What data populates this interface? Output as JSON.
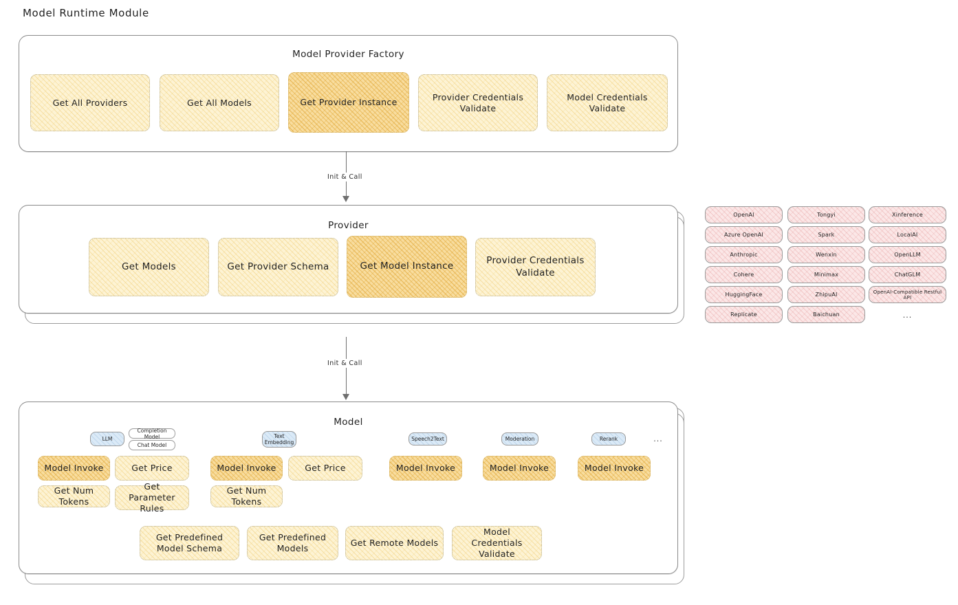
{
  "page": {
    "title": "Model Runtime Module"
  },
  "factory": {
    "title": "Model Provider Factory",
    "nodes": [
      {
        "label": "Get All Providers",
        "highlight": false
      },
      {
        "label": "Get All Models",
        "highlight": false
      },
      {
        "label": "Get Provider Instance",
        "highlight": true
      },
      {
        "label": "Provider Credentials Validate",
        "highlight": false
      },
      {
        "label": "Model Credentials Validate",
        "highlight": false
      }
    ]
  },
  "arrows": [
    {
      "label": "Init & Call"
    },
    {
      "label": "Init & Call"
    }
  ],
  "provider": {
    "title": "Provider",
    "nodes": [
      {
        "label": "Get Models",
        "highlight": false
      },
      {
        "label": "Get Provider Schema",
        "highlight": false
      },
      {
        "label": "Get Model Instance",
        "highlight": true
      },
      {
        "label": "Provider Credentials Validate",
        "highlight": false
      }
    ]
  },
  "provider_list": {
    "columns": [
      [
        "OpenAI",
        "Azure OpenAI",
        "Anthropic",
        "Cohere",
        "HuggingFace",
        "Replicate"
      ],
      [
        "Tongyi",
        "Spark",
        "Wenxin",
        "Minimax",
        "ZhipuAI",
        "Baichuan"
      ],
      [
        "Xinference",
        "LocalAI",
        "OpenLLM",
        "ChatGLM",
        "OpenAI-Compatible Restful API"
      ]
    ],
    "more": "..."
  },
  "model": {
    "title": "Model",
    "more": "...",
    "types": [
      {
        "label": "LLM",
        "sub": [
          "Completion Model",
          "Chat Model"
        ]
      },
      {
        "label": "Text Embedding",
        "sub": []
      },
      {
        "label": "Speech2Text",
        "sub": []
      },
      {
        "label": "Moderation",
        "sub": []
      },
      {
        "label": "Rerank",
        "sub": []
      }
    ],
    "methods": [
      {
        "label": "Model Invoke",
        "highlight": true
      },
      {
        "label": "Get Price",
        "highlight": false
      },
      {
        "label": "Get Num Tokens",
        "highlight": false
      },
      {
        "label": "Get Parameter Rules",
        "highlight": false
      },
      {
        "label": "Model Invoke",
        "highlight": true
      },
      {
        "label": "Get Price",
        "highlight": false
      },
      {
        "label": "Get Num Tokens",
        "highlight": false
      },
      {
        "label": "Model Invoke",
        "highlight": true
      },
      {
        "label": "Model Invoke",
        "highlight": true
      },
      {
        "label": "Model Invoke",
        "highlight": true
      }
    ],
    "shared": [
      {
        "label": "Get Predefined Model Schema"
      },
      {
        "label": "Get Predefined Models"
      },
      {
        "label": "Get Remote Models"
      },
      {
        "label": "Model Credentials Validate"
      }
    ]
  },
  "colors": {
    "highlight_fill": "#f8dd9f",
    "light_fill": "#fdf3d4",
    "provider_fill": "#fbe7e7",
    "model_type_fill": "#dbeaf7",
    "stroke": "#8a8a8a"
  }
}
